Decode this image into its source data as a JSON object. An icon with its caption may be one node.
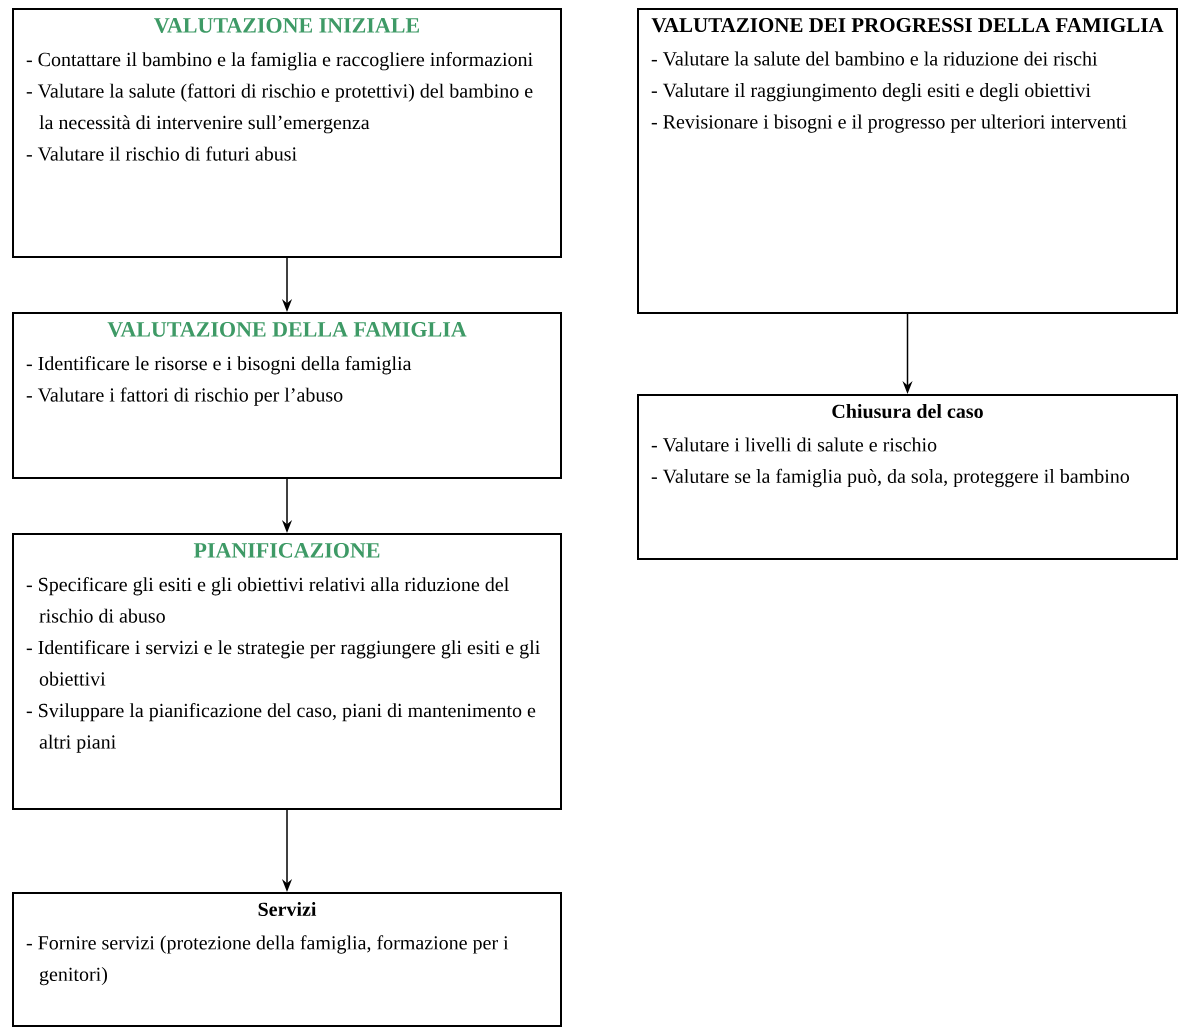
{
  "diagram": {
    "nodes": [
      {
        "text": [
          "VALUTAZIONE INIZIALE",
          "- Contattare il bambino e la famiglia e raccogliere informazioni",
          "- Valutare la salute (fattori di rischio e protettivi) del bambino e la necessità di intervenire sull’emergenza",
          "- Valutare il rischio di futuri abusi"
        ]
      },
      {
        "text": [
          "VALUTAZIONE DELLA FAMIGLIA",
          "- Identificare le risorse e i bisogni della famiglia",
          "- Valutare i fattori di rischio per l’abuso"
        ]
      },
      {
        "text": [
          "PIANIFICAZIONE",
          "- Specificare gli esiti e gli obiettivi relativi alla riduzione del rischio di abuso",
          "- Identificare i servizi e le strategie per raggiungere gli esiti e gli obiettivi",
          "- Sviluppare la pianificazione del caso, piani di mantenimento e altri piani"
        ]
      },
      {
        "text": [
          "Servizi",
          "- Fornire servizi (protezione della famiglia, formazione per i genitori)"
        ]
      },
      {
        "text": [
          "VALUTAZIONE DEI PROGRESSI DELLA FAMIGLIA",
          "- Valutare la salute del bambino e la riduzione dei rischi",
          "- Valutare il raggiungimento degli esiti e degli obiettivi",
          "- Revisionare i bisogni e il progresso per ulteriori interventi"
        ]
      },
      {
        "text": [
          "Chiusura del caso",
          "- Valutare i livelli di salute e rischio",
          "- Valutare se la famiglia può, da sola, proteggere il bambino"
        ]
      }
    ],
    "edges": [
      {
        "from": 0,
        "to": 1,
        "arrow": "to"
      },
      {
        "from": 1,
        "to": 2,
        "arrow": "to"
      },
      {
        "from": 2,
        "to": 3,
        "arrow": "to"
      },
      {
        "from": 4,
        "to": 5,
        "arrow": "to"
      }
    ]
  }
}
